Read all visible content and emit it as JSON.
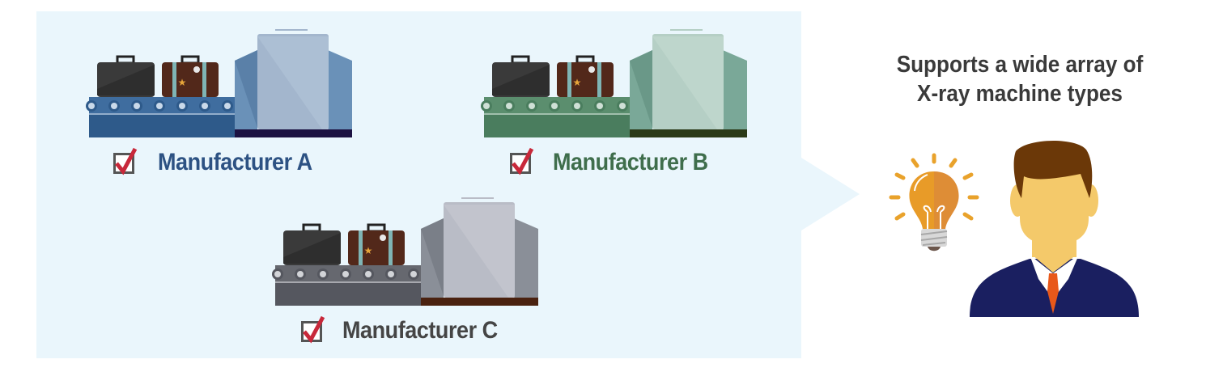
{
  "headline": {
    "line1": "Supports a wide array of",
    "line2": "X-ray machine types"
  },
  "manufacturers": [
    {
      "label": "Manufacturer A",
      "checked": true,
      "label_color": "#2d5283",
      "colors": {
        "belt": "#2e5a8a",
        "belt_top": "#3f6d9f",
        "roller": "#c9d9ea",
        "side": "#6a91b8",
        "side_dark": "#5a80a8",
        "body": "#a3b6cd",
        "body_light": "#b3c4d8",
        "base": "#1c1242"
      }
    },
    {
      "label": "Manufacturer B",
      "checked": true,
      "label_color": "#3f6e4c",
      "colors": {
        "belt": "#4a7d5e",
        "belt_top": "#5b8e6e",
        "roller": "#cfe0d6",
        "side": "#7aa898",
        "side_dark": "#6a9888",
        "body": "#b5cfc5",
        "body_light": "#c4dad1",
        "base": "#2b3a18"
      }
    },
    {
      "label": "Manufacturer C",
      "checked": true,
      "label_color": "#454545",
      "colors": {
        "belt": "#55575f",
        "belt_top": "#66686f",
        "roller": "#d2d4d8",
        "side": "#8a8f98",
        "side_dark": "#7a7f88",
        "body": "#b9bcc6",
        "body_light": "#c8cad2",
        "base": "#4a2210"
      }
    }
  ],
  "icons": [
    "checkbox-checked-icon",
    "suitcase-icon",
    "xray-machine-icon",
    "lightbulb-icon",
    "businessman-icon"
  ]
}
